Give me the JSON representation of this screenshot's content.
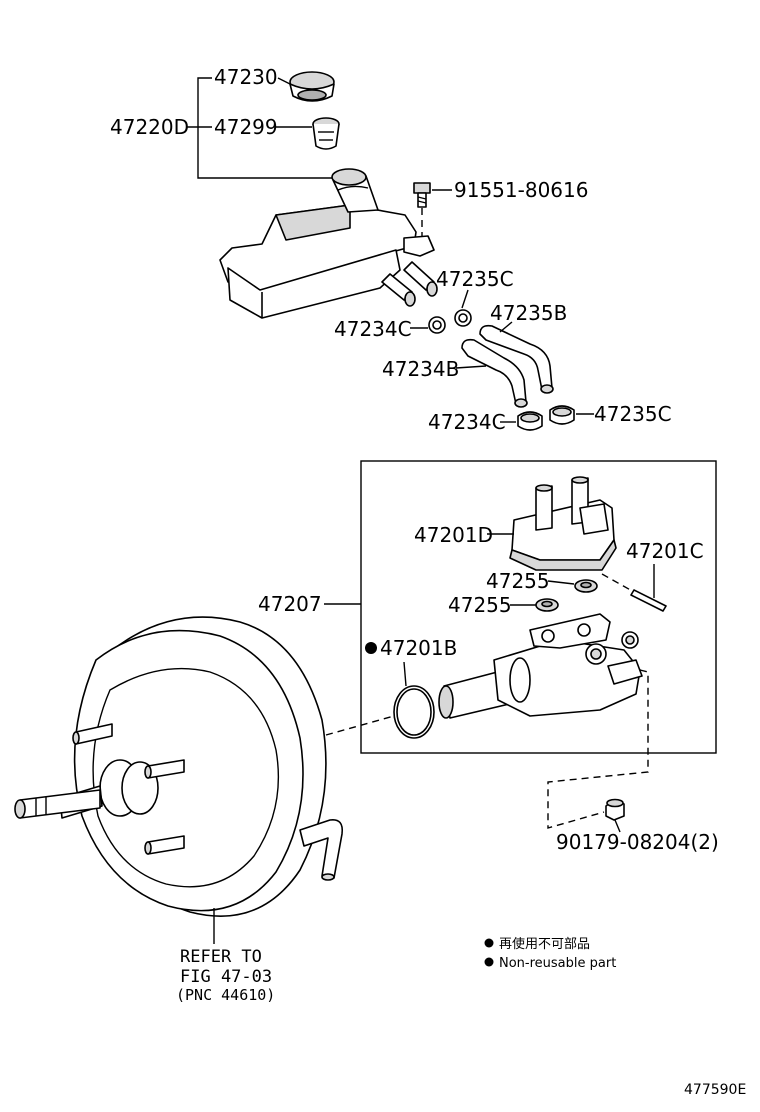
{
  "parts": {
    "p47230": "47230",
    "p47220D": "47220D",
    "p47299": "47299",
    "p9155180616": "91551-80616",
    "p47235C_a": "47235C",
    "p47235B": "47235B",
    "p47234C_a": "47234C",
    "p47234B": "47234B",
    "p47234C_b": "47234C",
    "p47235C_b": "47235C",
    "p47201D": "47201D",
    "p47201C": "47201C",
    "p47255_a": "47255",
    "p47255_b": "47255",
    "p47207": "47207",
    "p47201B": "47201B",
    "p9017908204": "90179-08204(2)"
  },
  "refer": {
    "line1": "REFER TO",
    "line2": "FIG 47-03",
    "line3": "(PNC 44610)"
  },
  "legend": {
    "jp": "再使用不可部品",
    "en": "Non-reusable part"
  },
  "illustration_id": "477590E"
}
